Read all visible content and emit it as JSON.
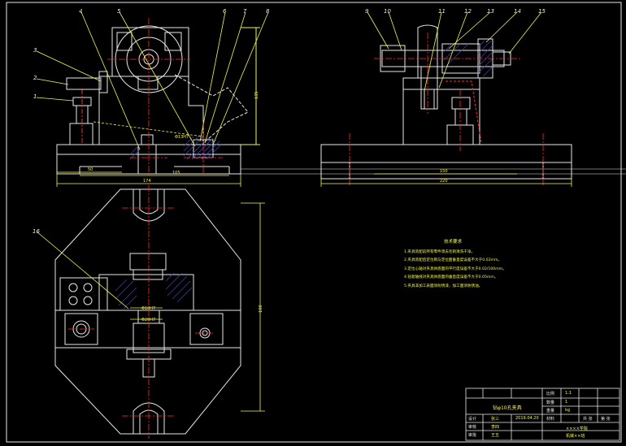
{
  "colors": {
    "background": "#000000",
    "outline": "#e8e8e8",
    "leader": "#f6f64a",
    "centerline": "#ff2a2a",
    "section": "#2a3cff",
    "dimension": "#f6f64a",
    "callout": "#e8e8e8"
  },
  "callouts": {
    "c1": "1",
    "c2": "2",
    "c3": "3",
    "c4": "4",
    "c5": "5",
    "c6": "6",
    "c7": "7",
    "c8": "8",
    "c9": "9",
    "c10": "10",
    "c11": "11",
    "c12": "12",
    "c13": "13",
    "c14": "14",
    "c15": "15",
    "c16": "16"
  },
  "dimensions": {
    "front_total": "174",
    "front_inner": "105",
    "front_left": "50",
    "front_height": "135",
    "side_total": "220",
    "side_inner": "150",
    "plan_height": "100",
    "plan_fit": "Φ10H7",
    "plan_fit2": "Φ20H7",
    "front_fit": "Φ13H7"
  },
  "notes": {
    "title": "技术要求",
    "lines": [
      "1.夹具装配前所有零件须去毛刺清洗干净。",
      "2.夹具装配后定位销与定位面垂直度误差不大于0.02mm。",
      "3.定位心轴对夹具体底面的平行度误差不大于0.02/100mm。",
      "4.钻套轴线对夹具体底面的垂直度误差不大于0.05mm。",
      "5.夹具非加工表面涂防锈漆，加工面涂防锈油。"
    ]
  },
  "title_block": {
    "drawing_name": "钻φ10孔夹具",
    "designer_label": "设计",
    "checker_label": "审核",
    "approver_label": "审批",
    "designer": "张三",
    "checker": "李四",
    "approver": "王五",
    "designer_date": "2019.04.20",
    "scale_label": "比例",
    "scale": "1:1",
    "qty_label": "数量",
    "qty": "1",
    "weight_label": "重量",
    "weight": "kg",
    "sheet_label": "共 张",
    "sheet2_label": "第 张",
    "material_label": "材料",
    "school": "××××学院",
    "class_no": "机械××班"
  }
}
